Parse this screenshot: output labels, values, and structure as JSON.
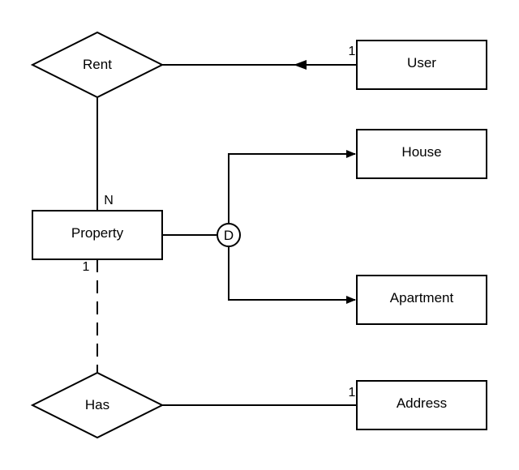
{
  "entities": {
    "user": "User",
    "house": "House",
    "apartment": "Apartment",
    "property": "Property",
    "address": "Address"
  },
  "relationships": {
    "rent": "Rent",
    "has": "Has"
  },
  "disjoint_label": "D",
  "cardinalities": {
    "rent_user": "1",
    "rent_property": "N",
    "has_property": "1",
    "has_address": "1"
  },
  "colors": {
    "stroke": "#000000",
    "fill": "#ffffff"
  }
}
